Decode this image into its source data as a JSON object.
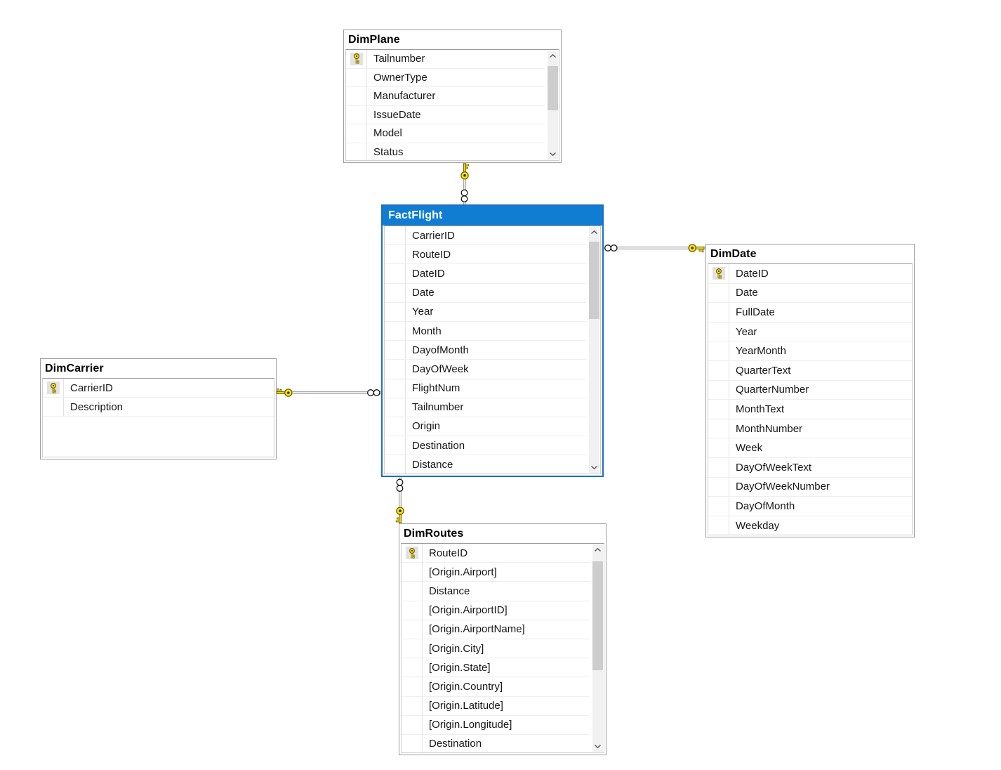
{
  "diagram": {
    "kind": "database-star-schema-diagram",
    "colors": {
      "selected_header_bg": "#107dd3",
      "selected_border": "#1b6fc4",
      "table_border": "#9d9d9d",
      "key_icon_yellow": "#ffe20a",
      "connector_gray": "#a6a6a6"
    },
    "tables": [
      {
        "id": "dim-plane",
        "name": "DimPlane",
        "selected": false,
        "has_scrollbar": true,
        "columns": [
          {
            "name": "Tailnumber",
            "primary_key": true
          },
          {
            "name": "OwnerType",
            "primary_key": false
          },
          {
            "name": "Manufacturer",
            "primary_key": false
          },
          {
            "name": "IssueDate",
            "primary_key": false
          },
          {
            "name": "Model",
            "primary_key": false
          },
          {
            "name": "Status",
            "primary_key": false
          }
        ]
      },
      {
        "id": "fact-flight",
        "name": "FactFlight",
        "selected": true,
        "has_scrollbar": true,
        "columns": [
          {
            "name": "CarrierID",
            "primary_key": false
          },
          {
            "name": "RouteID",
            "primary_key": false
          },
          {
            "name": "DateID",
            "primary_key": false
          },
          {
            "name": "Date",
            "primary_key": false
          },
          {
            "name": "Year",
            "primary_key": false
          },
          {
            "name": "Month",
            "primary_key": false
          },
          {
            "name": "DayofMonth",
            "primary_key": false
          },
          {
            "name": "DayOfWeek",
            "primary_key": false
          },
          {
            "name": "FlightNum",
            "primary_key": false
          },
          {
            "name": "Tailnumber",
            "primary_key": false
          },
          {
            "name": "Origin",
            "primary_key": false
          },
          {
            "name": "Destination",
            "primary_key": false
          },
          {
            "name": "Distance",
            "primary_key": false
          }
        ]
      },
      {
        "id": "dim-date",
        "name": "DimDate",
        "selected": false,
        "has_scrollbar": false,
        "columns": [
          {
            "name": "DateID",
            "primary_key": true
          },
          {
            "name": "Date",
            "primary_key": false
          },
          {
            "name": "FullDate",
            "primary_key": false
          },
          {
            "name": "Year",
            "primary_key": false
          },
          {
            "name": "YearMonth",
            "primary_key": false
          },
          {
            "name": "QuarterText",
            "primary_key": false
          },
          {
            "name": "QuarterNumber",
            "primary_key": false
          },
          {
            "name": "MonthText",
            "primary_key": false
          },
          {
            "name": "MonthNumber",
            "primary_key": false
          },
          {
            "name": "Week",
            "primary_key": false
          },
          {
            "name": "DayOfWeekText",
            "primary_key": false
          },
          {
            "name": "DayOfWeekNumber",
            "primary_key": false
          },
          {
            "name": "DayOfMonth",
            "primary_key": false
          },
          {
            "name": "Weekday",
            "primary_key": false
          }
        ]
      },
      {
        "id": "dim-carrier",
        "name": "DimCarrier",
        "selected": false,
        "has_scrollbar": false,
        "columns": [
          {
            "name": "CarrierID",
            "primary_key": true
          },
          {
            "name": "Description",
            "primary_key": false
          }
        ]
      },
      {
        "id": "dim-routes",
        "name": "DimRoutes",
        "selected": false,
        "has_scrollbar": true,
        "columns": [
          {
            "name": "RouteID",
            "primary_key": true
          },
          {
            "name": "[Origin.Airport]",
            "primary_key": false
          },
          {
            "name": "Distance",
            "primary_key": false
          },
          {
            "name": "[Origin.AirportID]",
            "primary_key": false
          },
          {
            "name": "[Origin.AirportName]",
            "primary_key": false
          },
          {
            "name": "[Origin.City]",
            "primary_key": false
          },
          {
            "name": "[Origin.State]",
            "primary_key": false
          },
          {
            "name": "[Origin.Country]",
            "primary_key": false
          },
          {
            "name": "[Origin.Latitude]",
            "primary_key": false
          },
          {
            "name": "[Origin.Longitude]",
            "primary_key": false
          },
          {
            "name": "Destination",
            "primary_key": false
          }
        ]
      }
    ],
    "relationships": [
      {
        "id": "rel-dimplane-factflight",
        "one_side": "DimPlane",
        "many_side": "FactFlight"
      },
      {
        "id": "rel-dimdate-factflight",
        "one_side": "DimDate",
        "many_side": "FactFlight"
      },
      {
        "id": "rel-dimcarrier-factflight",
        "one_side": "DimCarrier",
        "many_side": "FactFlight"
      },
      {
        "id": "rel-dimroutes-factflight",
        "one_side": "DimRoutes",
        "many_side": "FactFlight"
      }
    ]
  }
}
